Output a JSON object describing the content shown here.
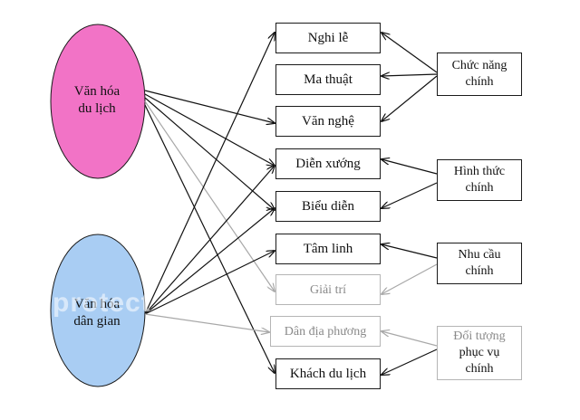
{
  "diagram": {
    "ellipses": [
      {
        "id": "tourism",
        "label_line1": "Văn hóa",
        "label_line2": "du lịch",
        "color": "#f273c6"
      },
      {
        "id": "folk",
        "label_line1": "Văn hóa",
        "label_line2": "dân gian",
        "color": "#a9cdf3"
      }
    ],
    "boxes": [
      {
        "id": "nghi_le",
        "label": "Nghi lễ",
        "faded": false
      },
      {
        "id": "ma_thuat",
        "label": "Ma thuật",
        "faded": false
      },
      {
        "id": "van_nghe",
        "label": "Văn nghệ",
        "faded": false
      },
      {
        "id": "dien_xuong",
        "label": "Diễn xướng",
        "faded": false
      },
      {
        "id": "bieu_dien",
        "label": "Biểu diễn",
        "faded": false
      },
      {
        "id": "tam_linh",
        "label": "Tâm linh",
        "faded": false
      },
      {
        "id": "giai_tri",
        "label": "Giải trí",
        "faded": true
      },
      {
        "id": "dan_dia_phuong",
        "label": "Dân địa phương",
        "faded": true
      },
      {
        "id": "khach_du_lich",
        "label": "Khách du lịch",
        "faded": false
      }
    ],
    "side_boxes": [
      {
        "id": "chuc_nang",
        "line1": "Chức năng",
        "line2": "chính",
        "faded": false
      },
      {
        "id": "hinh_thuc",
        "line1": "Hình thức",
        "line2": "chính",
        "faded": false
      },
      {
        "id": "nhu_cau",
        "line1": "Nhu cầu",
        "line2": "chính",
        "faded": false
      },
      {
        "id": "doi_tuong",
        "line1": "Đối tượng",
        "line2": "phục vụ",
        "line3": "chính",
        "faded": true
      }
    ],
    "watermark": "protect",
    "arrow_color": "#111111",
    "faded_arrow_color": "#a8a8a8"
  }
}
